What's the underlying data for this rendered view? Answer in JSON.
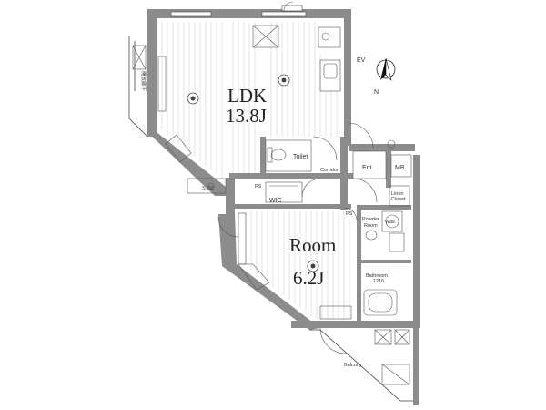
{
  "rooms": {
    "ldk": {
      "name": "LDK",
      "size": "13.8J"
    },
    "room": {
      "name": "Room",
      "size": "6.2J"
    },
    "toilet": "Toilet",
    "corridor": "Corridor",
    "entrance": "Ent.",
    "mb": "MB",
    "wic": "WIC",
    "ps_upper": "PS",
    "ps_lower": "PS",
    "powder_room": [
      "Powder",
      "Room"
    ],
    "washer": "Was.",
    "linen_closet": [
      "Linen",
      "Closet"
    ],
    "bathroom": {
      "name": "Bathroom",
      "size": "1216"
    },
    "balcony": "Balcony",
    "storage": "S.I.O"
  },
  "symbols": {
    "ev": "EV",
    "north": "N",
    "corridor_side_label": "開放廊下"
  },
  "colors": {
    "wall": "#8c8c8c",
    "line": "#444444"
  }
}
